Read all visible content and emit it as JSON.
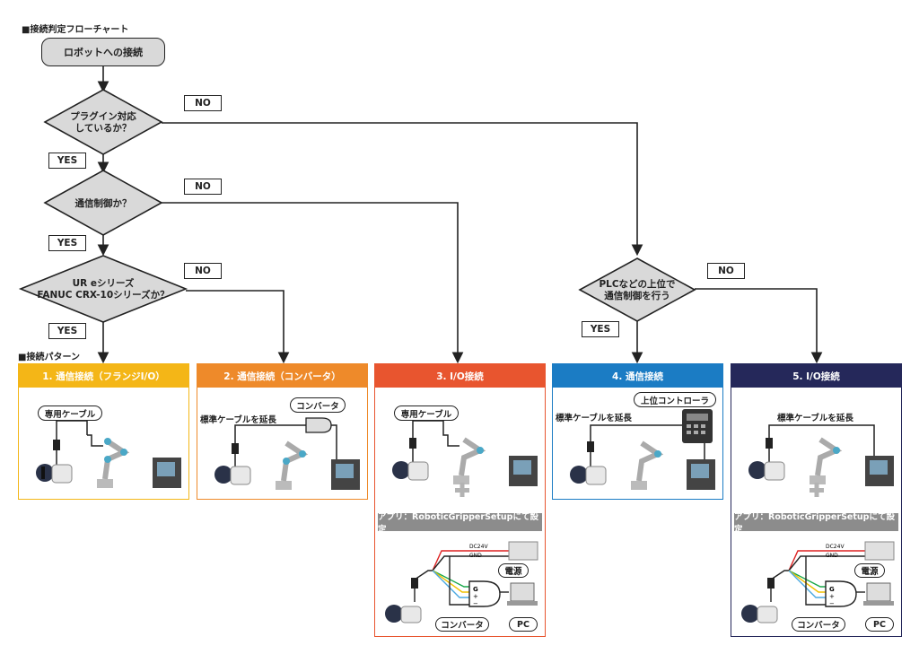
{
  "flowchart": {
    "title": "■接続判定フローチャート",
    "start": "ロボットへの接続",
    "decisions": {
      "plugin": "プラグイン対応\nしているか？",
      "comm": "通信制御か？",
      "robot": "UR eシリーズ\nFANUC CRX-10シリーズか？",
      "plc": "PLCなどの上位で\n通信制御を行う"
    },
    "yes": "YES",
    "no": "NO"
  },
  "patterns": {
    "title": "■接続パターン",
    "cards": [
      {
        "header": "1. 通信接続（フランジI/O）",
        "color": "#f4b617",
        "label": "専用ケーブル"
      },
      {
        "header": "2. 通信接続（コンバータ）",
        "color": "#ee8a2a",
        "label": "標準ケーブルを延長",
        "callout": "コンバータ"
      },
      {
        "header": "3. I/O接続",
        "color": "#e8552f",
        "label": "専用ケーブル",
        "app": "アプリ：RoboticGripperSetupにて設定"
      },
      {
        "header": "4. 通信接続",
        "color": "#1b7cc4",
        "label": "標準ケーブルを延長",
        "callout": "上位コントローラ"
      },
      {
        "header": "5. I/O接続",
        "color": "#25285a",
        "label": "標準ケーブルを延長",
        "app": "アプリ：RoboticGripperSetupにて設定"
      }
    ],
    "wiring": {
      "dc24v": "DC24V",
      "gnd": "GND",
      "power": "電源",
      "converter": "コンバータ",
      "pc": "PC",
      "g": "G",
      "plus": "+",
      "minus": "−"
    },
    "colors": {
      "arrow": "#222222",
      "diamond": "#d9d9d9",
      "plus": "#b3b3b3"
    }
  }
}
